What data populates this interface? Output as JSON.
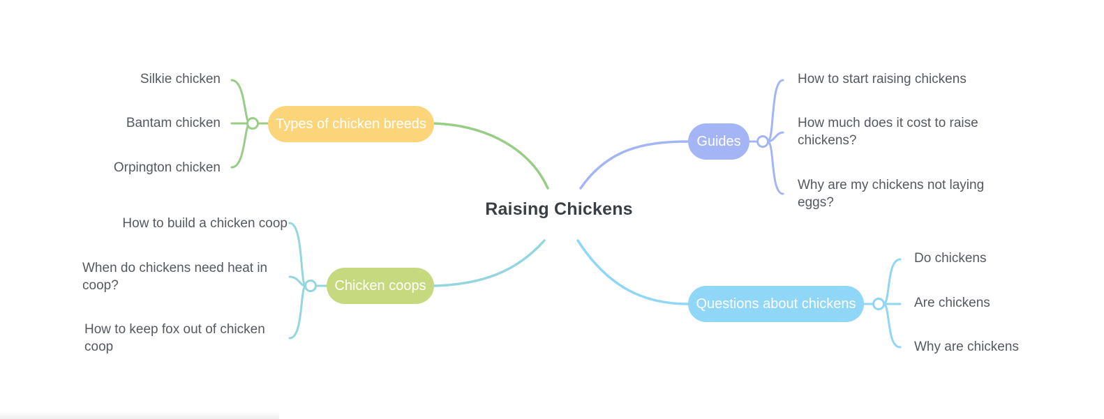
{
  "map": {
    "root": "Raising Chickens",
    "branches": {
      "breeds": {
        "label": "Types of chicken breeds",
        "color": "#fcd57b",
        "line_color": "#98cd86",
        "children": [
          "Silkie chicken",
          "Bantam chicken",
          "Orpington chicken"
        ]
      },
      "coops": {
        "label": "Chicken coops",
        "color": "#c6d97e",
        "line_color": "#94d6de",
        "children": [
          "How to build a chicken coop",
          "When do chickens need heat in coop?",
          "How to keep fox out of chicken coop"
        ]
      },
      "guides": {
        "label": "Guides",
        "color": "#a3b5f5",
        "line_color": "#a3b5f5",
        "children": [
          "How to start raising chickens",
          "How much does it cost to raise chickens?",
          "Why are my chickens not laying eggs?"
        ]
      },
      "questions": {
        "label": "Questions about chickens",
        "color": "#8fd6f7",
        "line_color": "#8fd6f7",
        "children": [
          "Do chickens",
          "Are chickens",
          "Why are chickens"
        ]
      }
    }
  }
}
